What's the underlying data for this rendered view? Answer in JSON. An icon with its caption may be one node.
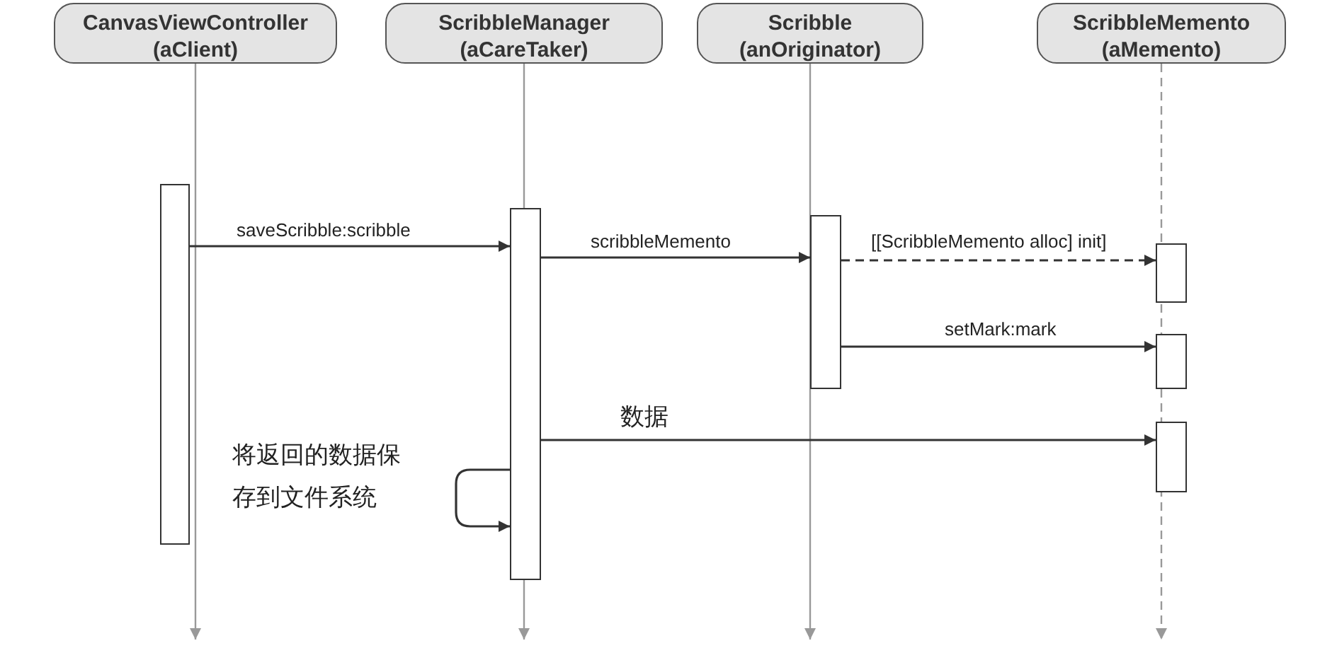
{
  "diagram": {
    "nodes": [
      {
        "text": [
          "CanvasViewController",
          "(aClient)"
        ]
      },
      {
        "text": [
          "ScribbleManager",
          "(aCareTaker)"
        ]
      },
      {
        "text": [
          "Scribble",
          "(anOriginator)"
        ]
      },
      {
        "text": [
          "ScribbleMemento",
          "(aMemento)"
        ]
      },
      {
        "text": [],
        "shape": "bar"
      },
      {
        "text": [],
        "shape": "bar"
      },
      {
        "text": [],
        "shape": "bar"
      },
      {
        "text": [],
        "shape": "bar"
      },
      {
        "text": [],
        "shape": "bar"
      },
      {
        "text": [],
        "shape": "bar"
      }
    ],
    "edges": [
      {
        "from": 0,
        "to": null,
        "arrow": "to",
        "color": "#999999"
      },
      {
        "from": 1,
        "to": null,
        "arrow": "to",
        "color": "#999999"
      },
      {
        "from": 2,
        "to": null,
        "arrow": "to",
        "color": "#999999"
      },
      {
        "from": 3,
        "to": null,
        "arrow": "to",
        "color": "#999999",
        "style": "dashed"
      },
      {
        "from": 4,
        "to": 5,
        "arrow": "to",
        "label": "saveScribble:scribble"
      },
      {
        "from": 5,
        "to": 6,
        "arrow": "to",
        "label": "scribbleMemento"
      },
      {
        "from": 6,
        "to": 7,
        "arrow": "to",
        "label": "[[ScribbleMemento alloc] init]",
        "style": "dashed"
      },
      {
        "from": 6,
        "to": 8,
        "arrow": "to",
        "label": "setMark:mark"
      },
      {
        "from": 5,
        "to": 9,
        "arrow": "to",
        "label": "数据"
      },
      {
        "from": 5,
        "to": 5,
        "arrow": "to",
        "label": "将返回的数据保存到文件系统"
      }
    ]
  }
}
